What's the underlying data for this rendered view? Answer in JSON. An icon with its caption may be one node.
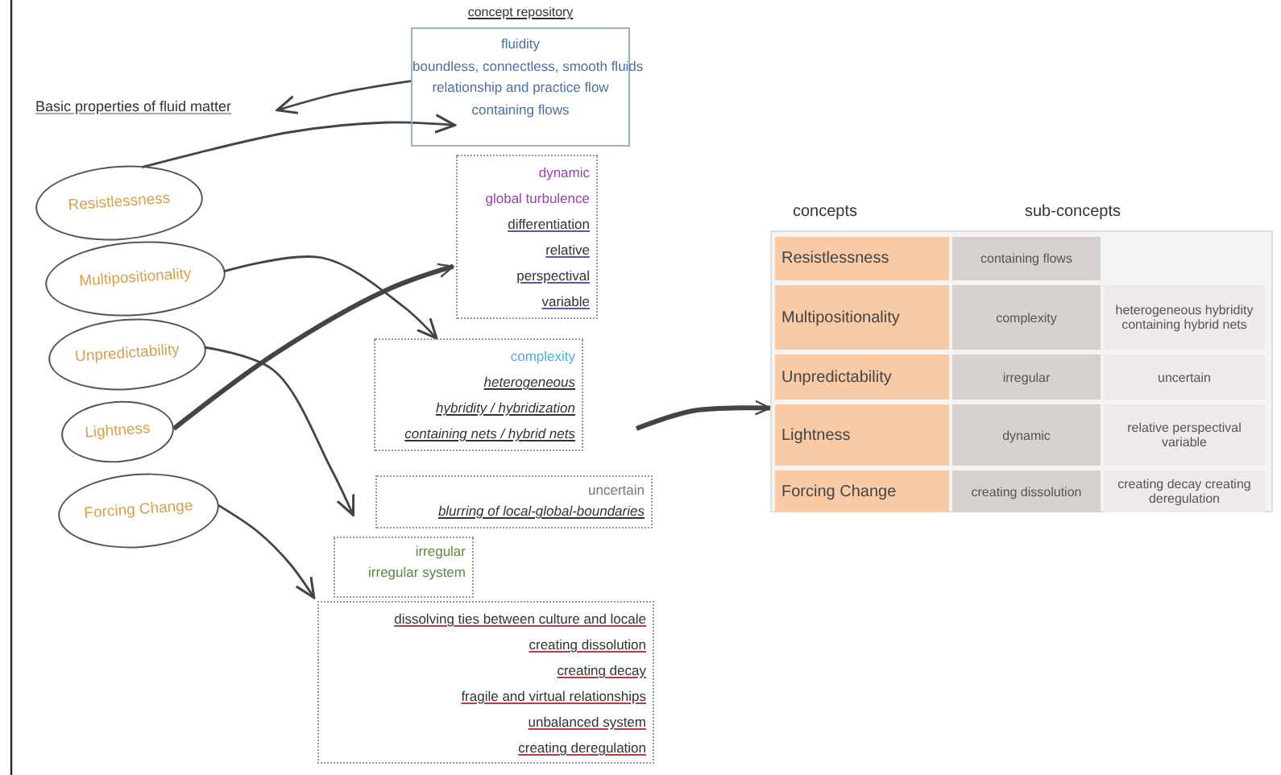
{
  "diagram": {
    "nodes": [
      {
        "text": [
          "Basic properties of fluid matter"
        ]
      },
      {
        "text": [
          "concept repository",
          "fluidity",
          "boundless, connectless, smooth fluids",
          "relationship and practice flow",
          "containing flows"
        ]
      },
      {
        "text": [
          "Resistlessness"
        ]
      },
      {
        "text": [
          "Multipositionality"
        ]
      },
      {
        "text": [
          "Unpredictability"
        ]
      },
      {
        "text": [
          "Lightness"
        ]
      },
      {
        "text": [
          "Forcing Change"
        ]
      },
      {
        "text": [
          "dynamic",
          "global turbulence",
          "differentiation",
          "relative",
          "perspectival",
          "variable"
        ]
      },
      {
        "text": [
          "complexity",
          "heterogeneous",
          "hybridity / hybridization",
          "containing nets / hybrid nets"
        ]
      },
      {
        "text": [
          "uncertain",
          "blurring of local-global-boundaries"
        ]
      },
      {
        "text": [
          "irregular",
          "irregular system"
        ]
      },
      {
        "text": [
          "dissolving ties between culture and locale",
          "creating dissolution",
          "creating decay",
          "fragile and virtual relationships",
          "unbalanced system",
          "creating deregulation"
        ]
      },
      {
        "text": [],
        "shape": "box"
      },
      {
        "text": [
          "Resistlessness"
        ],
        "in": 12
      },
      {
        "text": [
          "containing flows"
        ],
        "in": 12
      },
      {
        "text": [
          "Multipositionality"
        ],
        "in": 12
      },
      {
        "text": [
          "complexity"
        ],
        "in": 12
      },
      {
        "text": [
          "heterogeneous hybridity containing hybrid nets"
        ],
        "in": 12
      },
      {
        "text": [
          "Unpredictability"
        ],
        "in": 12
      },
      {
        "text": [
          "irregular"
        ],
        "in": 12
      },
      {
        "text": [
          "uncertain"
        ],
        "in": 12
      },
      {
        "text": [
          "Lightness"
        ],
        "in": 12
      },
      {
        "text": [
          "dynamic"
        ],
        "in": 12
      },
      {
        "text": [
          "relative perspectival variable"
        ],
        "in": 12
      },
      {
        "text": [
          "Forcing Change"
        ],
        "in": 12
      },
      {
        "text": [
          "creating dissolution"
        ],
        "in": 12
      },
      {
        "text": [
          "creating decay creating deregulation"
        ],
        "in": 12
      }
    ],
    "edges": [
      {
        "from": 1,
        "to": 0,
        "arrow": "to"
      },
      {
        "from": 2,
        "to": 1,
        "arrow": "to"
      },
      {
        "from": 3,
        "to": 8,
        "arrow": "to"
      },
      {
        "from": 5,
        "to": 7,
        "arrow": "to",
        "style": "thick"
      },
      {
        "from": 4,
        "to": 9,
        "arrow": "to"
      },
      {
        "from": 6,
        "to": 11,
        "arrow": "to"
      },
      {
        "from": null,
        "to": 12,
        "arrow": "to",
        "style": "thick"
      }
    ],
    "labels": [
      "concepts",
      "sub-concepts"
    ]
  }
}
